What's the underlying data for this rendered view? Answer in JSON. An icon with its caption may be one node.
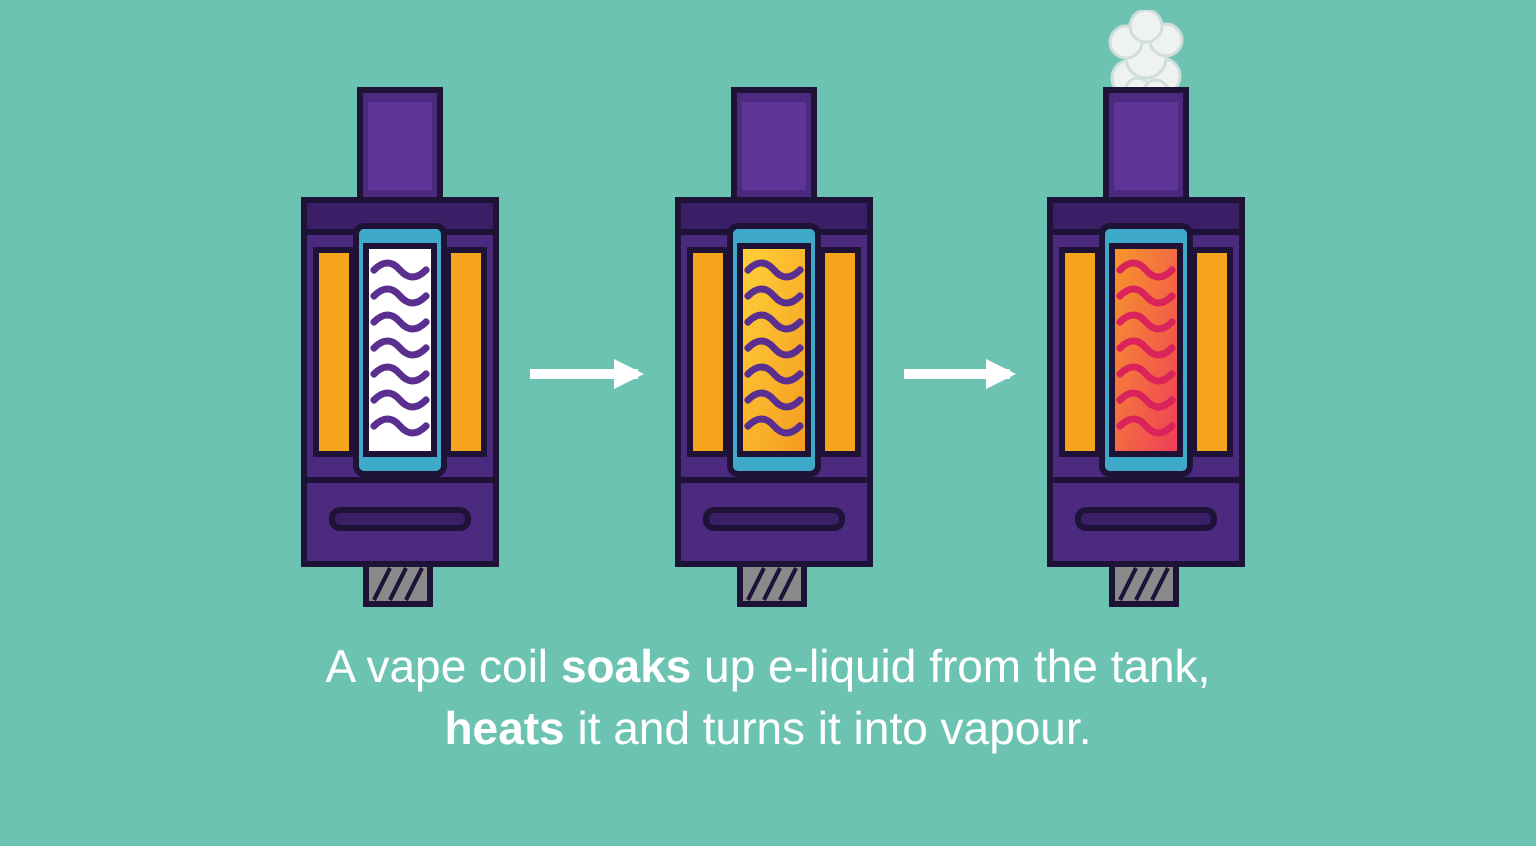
{
  "diagram": {
    "caption": "A vape coil **soaks** up e-liquid from the tank, **heats** it and turns it into vapour.",
    "nodes": [
      {
        "text": [],
        "shape": "picture"
      },
      {
        "text": [],
        "shape": "picture"
      },
      {
        "text": [],
        "shape": "picture"
      }
    ],
    "edges": [
      {
        "from": 0,
        "to": 1,
        "arrow": "to"
      },
      {
        "from": 1,
        "to": 2,
        "arrow": "to"
      }
    ]
  }
}
